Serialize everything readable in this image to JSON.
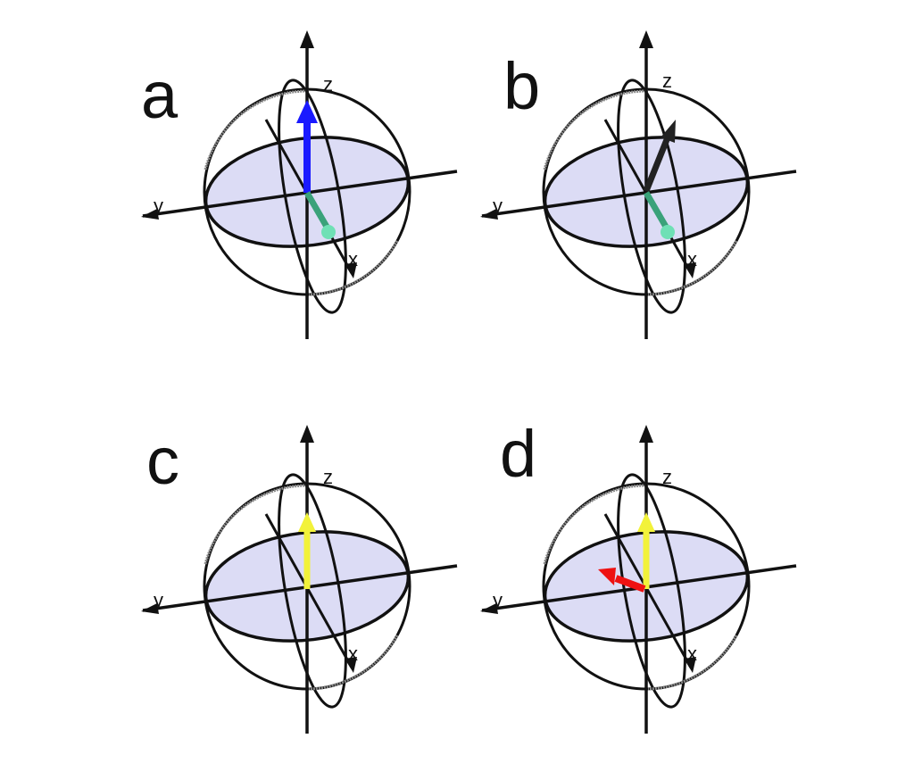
{
  "figure": {
    "description": "Four Bloch-sphere panels showing state vectors",
    "panels": [
      {
        "label": "a",
        "axes": {
          "x": "x",
          "y": "y",
          "z": "z"
        },
        "vectors": [
          {
            "name": "blue-vector",
            "color": "#1a1aff",
            "direction": "+z"
          },
          {
            "name": "green-vector",
            "color": "#3aa27a",
            "tip_color": "#6fe0b5",
            "direction": "+x"
          }
        ]
      },
      {
        "label": "b",
        "axes": {
          "x": "x",
          "y": "y",
          "z": "z"
        },
        "vectors": [
          {
            "name": "black-vector",
            "color": "#222222",
            "direction": "tilted between +z and -y"
          },
          {
            "name": "green-vector",
            "color": "#3aa27a",
            "tip_color": "#6fe0b5",
            "direction": "+x"
          }
        ]
      },
      {
        "label": "c",
        "axes": {
          "x": "x",
          "y": "y",
          "z": "z"
        },
        "vectors": [
          {
            "name": "yellow-vector",
            "color": "#f2f23a",
            "direction": "+z"
          }
        ]
      },
      {
        "label": "d",
        "axes": {
          "x": "x",
          "y": "y",
          "z": "z"
        },
        "vectors": [
          {
            "name": "yellow-vector",
            "color": "#f2f23a",
            "direction": "+z"
          },
          {
            "name": "red-vector",
            "color": "#ee1111",
            "direction": "-x in equatorial plane"
          }
        ]
      }
    ],
    "colors": {
      "equator_fill": "#dcdcf5",
      "lines": "#111111",
      "background": "#ffffff"
    }
  }
}
